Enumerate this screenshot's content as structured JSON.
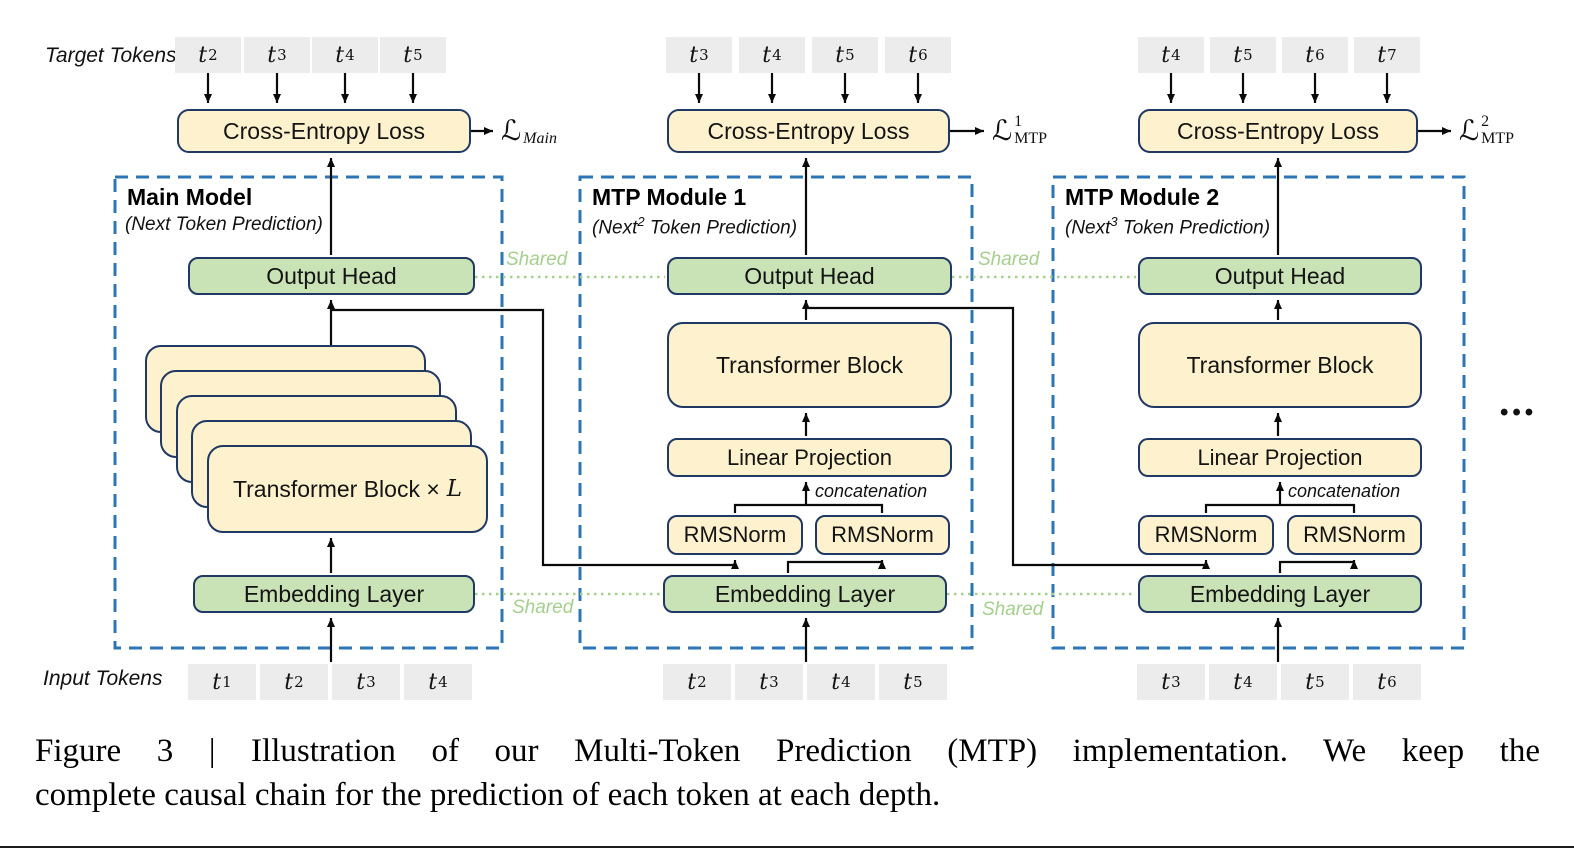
{
  "diagram": {
    "target_tokens_label": "Target Tokens",
    "input_tokens_label": "Input Tokens",
    "shared_label": "Shared",
    "ellipsis": "•••",
    "caption_line1": "Figure 3 | Illustration of our Multi-Token Prediction (MTP) implementation.  We keep the",
    "caption_line2": "complete causal chain for the prediction of each token at each depth.",
    "colors": {
      "box_yellow": "#fdf2cd",
      "box_green": "#c9e2b6",
      "border_navy": "#1f3864",
      "dashed_blue": "#2e75b6",
      "shared_green": "#a5cf8d",
      "token_gray": "#ececec"
    }
  },
  "modules": [
    {
      "title": "Main Model",
      "subtitle_pre": "(Next",
      "subtitle_sup": "",
      "subtitle_post": " Token Prediction)",
      "cross_entropy": "Cross-Entropy Loss",
      "loss_symbol": "ℒ",
      "loss_sup": "",
      "loss_sub": "Main",
      "output_head": "Output Head",
      "transformer_block_pre": "Transformer Block ×",
      "transformer_block_var": "L",
      "embedding": "Embedding Layer",
      "target_tokens": [
        {
          "base": "t",
          "sub": "2"
        },
        {
          "base": "t",
          "sub": "3"
        },
        {
          "base": "t",
          "sub": "4"
        },
        {
          "base": "t",
          "sub": "5"
        }
      ],
      "input_tokens": [
        {
          "base": "t",
          "sub": "1"
        },
        {
          "base": "t",
          "sub": "2"
        },
        {
          "base": "t",
          "sub": "3"
        },
        {
          "base": "t",
          "sub": "4"
        }
      ]
    },
    {
      "title": "MTP Module 1",
      "subtitle_pre": "(Next",
      "subtitle_sup": "2",
      "subtitle_post": " Token Prediction)",
      "cross_entropy": "Cross-Entropy Loss",
      "loss_symbol": "ℒ",
      "loss_sup": "1",
      "loss_sub": "MTP",
      "output_head": "Output Head",
      "transformer_block": "Transformer Block",
      "linear_projection": "Linear Projection",
      "concatenation": "concatenation",
      "rmsnorm_left": "RMSNorm",
      "rmsnorm_right": "RMSNorm",
      "embedding": "Embedding Layer",
      "target_tokens": [
        {
          "base": "t",
          "sub": "3"
        },
        {
          "base": "t",
          "sub": "4"
        },
        {
          "base": "t",
          "sub": "5"
        },
        {
          "base": "t",
          "sub": "6"
        }
      ],
      "input_tokens": [
        {
          "base": "t",
          "sub": "2"
        },
        {
          "base": "t",
          "sub": "3"
        },
        {
          "base": "t",
          "sub": "4"
        },
        {
          "base": "t",
          "sub": "5"
        }
      ]
    },
    {
      "title": "MTP Module 2",
      "subtitle_pre": "(Next",
      "subtitle_sup": "3",
      "subtitle_post": " Token Prediction)",
      "cross_entropy": "Cross-Entropy Loss",
      "loss_symbol": "ℒ",
      "loss_sup": "2",
      "loss_sub": "MTP",
      "output_head": "Output Head",
      "transformer_block": "Transformer Block",
      "linear_projection": "Linear Projection",
      "concatenation": "concatenation",
      "rmsnorm_left": "RMSNorm",
      "rmsnorm_right": "RMSNorm",
      "embedding": "Embedding Layer",
      "target_tokens": [
        {
          "base": "t",
          "sub": "4"
        },
        {
          "base": "t",
          "sub": "5"
        },
        {
          "base": "t",
          "sub": "6"
        },
        {
          "base": "t",
          "sub": "7"
        }
      ],
      "input_tokens": [
        {
          "base": "t",
          "sub": "3"
        },
        {
          "base": "t",
          "sub": "4"
        },
        {
          "base": "t",
          "sub": "5"
        },
        {
          "base": "t",
          "sub": "6"
        }
      ]
    }
  ]
}
